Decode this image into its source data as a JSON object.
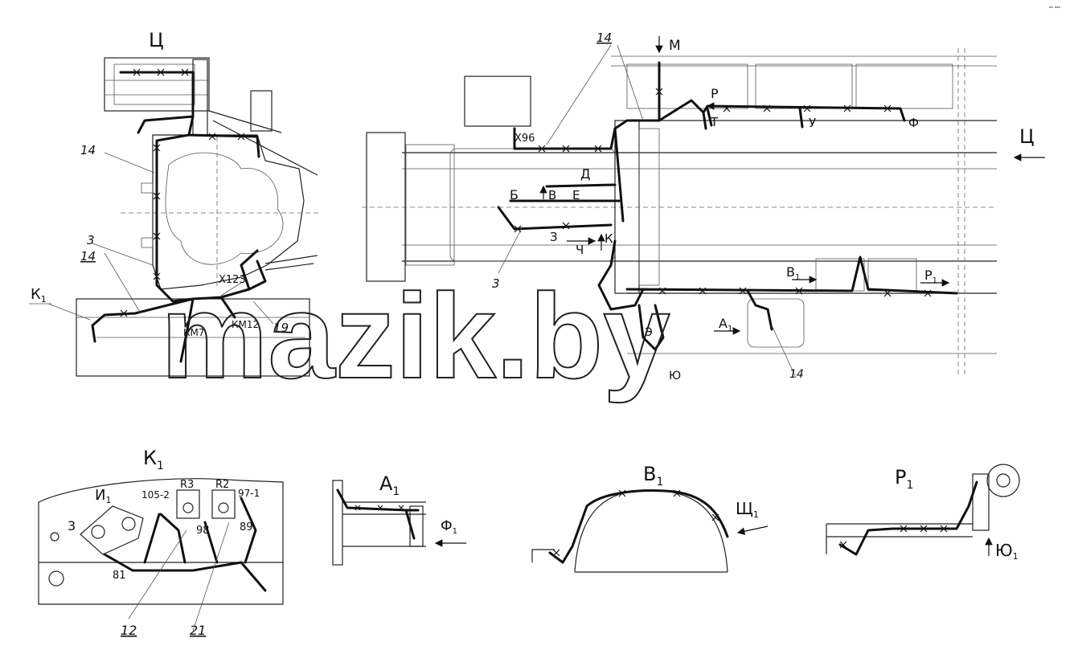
{
  "corner_mark": "ᵃᵇ ᵃᵃᵇ",
  "main": {
    "view_left_title": "Ц",
    "view_right_arrow": "Ц",
    "labels_left": {
      "n14a": "14",
      "n3": "3",
      "n14b": "14",
      "k1": "К",
      "k1_sub": "1",
      "x123": "Х123",
      "km7": "КМ7",
      "km12": "КМ12",
      "n19": "19"
    },
    "labels_right": {
      "n14_top": "14",
      "m": "М",
      "x96": "Х96",
      "p": "Р",
      "t": "Т",
      "u": "У",
      "f": "Ф",
      "d": "Д",
      "b": "Б",
      "v": "В",
      "e": "Е",
      "z": "З",
      "ch": "Ч",
      "k": "К",
      "n3": "3",
      "v1": "В",
      "v1_sub": "1",
      "r1": "Р",
      "r1_sub": "1",
      "a1": "А",
      "a1_sub": "1",
      "e_letter": "Э",
      "yu": "Ю",
      "n14_bottom": "14"
    }
  },
  "detail_k1": {
    "title": "К",
    "title_sub": "1",
    "i1": "И",
    "i1_sub": "1",
    "n3": "3",
    "w105_2": "105-2",
    "r3": "R3",
    "r2": "R2",
    "w97_1": "97-1",
    "w98": "98",
    "w89": "89",
    "w81": "81",
    "n12": "12",
    "n21": "21"
  },
  "detail_a1": {
    "title": "А",
    "title_sub": "1",
    "f1": "Ф",
    "f1_sub": "1"
  },
  "detail_v1": {
    "title": "В",
    "title_sub": "1",
    "sh1": "Щ",
    "sh1_sub": "1"
  },
  "detail_r1": {
    "title": "Р",
    "title_sub": "1",
    "yu1": "Ю",
    "yu1_sub": "1"
  },
  "watermark": "mazik.by"
}
